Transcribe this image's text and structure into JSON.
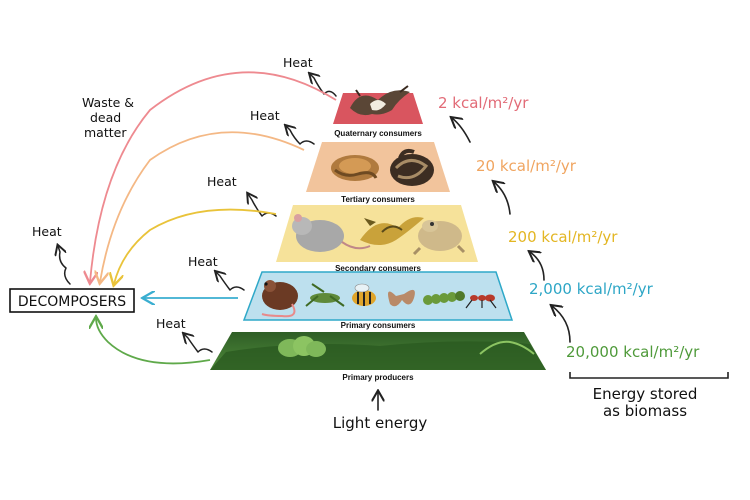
{
  "diagram": {
    "levels": [
      {
        "label": "Quaternary consumers",
        "energy": "2 kcal/m²/yr",
        "color": "#e0737b"
      },
      {
        "label": "Tertiary consumers",
        "energy": "20 kcal/m²/yr",
        "color": "#f0b07a"
      },
      {
        "label": "Secondary consumers",
        "energy": "200 kcal/m²/yr",
        "color": "#e8b92e"
      },
      {
        "label": "Primary consumers",
        "energy": "2,000 kcal/m²/yr",
        "color": "#2ea8c8"
      },
      {
        "label": "Primary producers",
        "energy": "20,000 kcal/m²/yr",
        "color": "#4f9a3a"
      }
    ],
    "heat_label": "Heat",
    "decomposers_label": "DECOMPOSERS",
    "waste_label_line1": "Waste &",
    "waste_label_line2": "dead",
    "waste_label_line3": "matter",
    "light_energy_label": "Light energy",
    "biomass_line1": "Energy stored",
    "biomass_line2": "as biomass",
    "colors": {
      "quaternary_fill": "#d9555f",
      "tertiary_fill": "#f2c49c",
      "secondary_fill": "#f6e29a",
      "primary_consumer_fill": "#bde0ee",
      "producer_fill": "#3b6e2c"
    }
  }
}
